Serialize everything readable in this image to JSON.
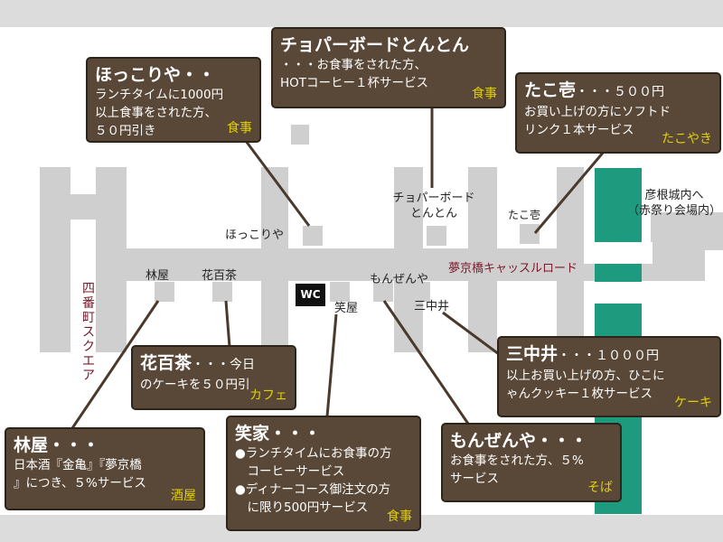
{
  "colors": {
    "road": "#cfcfcf",
    "callout_bg": "#594838",
    "category_text": "#e0d000",
    "castle": "#1e9a7e",
    "street_label": "#7a1a2a"
  },
  "map_labels": {
    "hokkoriya": "ほっこりや",
    "rinya": "林屋",
    "kahyakucha": "花百茶",
    "shoya": "笑屋",
    "monzenya": "もんぜんや",
    "sanchui": "三中井",
    "choppa_line1": "チョパーボード",
    "choppa_line2": "とんとん",
    "takoichi": "たこ壱",
    "castle_line1": "彦根城内へ",
    "castle_line2": "（赤祭り会場内）",
    "yumekyobashi_street": "夢京橋キャッスルロード",
    "yonbancho_street": "四番町スクエア",
    "wc": "WC"
  },
  "callouts": {
    "hokkoriya": {
      "title": "ほっこりや・・",
      "lines": [
        "ランチタイムに1000円",
        "以上食事をされた方、",
        "５０円引き"
      ],
      "category": "食事"
    },
    "choppa": {
      "title": "チョパーボードとんとん",
      "lines": [
        "・・・お食事をされた方、",
        "HOTコーヒー１杯サービス"
      ],
      "category": "食事"
    },
    "takoichi": {
      "title": "たこ壱",
      "title_suffix": "・・・５００円",
      "lines": [
        "お買い上げの方にソフトド",
        "リンク１本サービス"
      ],
      "category": "たこやき"
    },
    "kahyakucha": {
      "title": "花百茶",
      "title_suffix": "・・・今日",
      "lines": [
        "のケーキを５０円引"
      ],
      "category": "カフェ"
    },
    "sanchui": {
      "title": "三中井",
      "title_suffix": "・・・１０００円",
      "lines": [
        "以上お買い上げの方、ひこに",
        "ゃんクッキー１枚サービス"
      ],
      "category": "ケーキ"
    },
    "rinya": {
      "title": "林屋・・・",
      "lines": [
        "日本酒『金亀』『夢京橋",
        "』につき、５%サービス"
      ],
      "category": "酒屋"
    },
    "shoya": {
      "title": "笑家・・・",
      "lines": [
        "●ランチタイムにお食事の方",
        "　コーヒーサービス",
        "●ディナーコース御注文の方",
        "　に限り500円サービス"
      ],
      "category": "食事"
    },
    "monzenya": {
      "title": "もんぜんや・・・",
      "lines": [
        "お食事をされた方、５%",
        "サービス"
      ],
      "category": "そば"
    }
  }
}
